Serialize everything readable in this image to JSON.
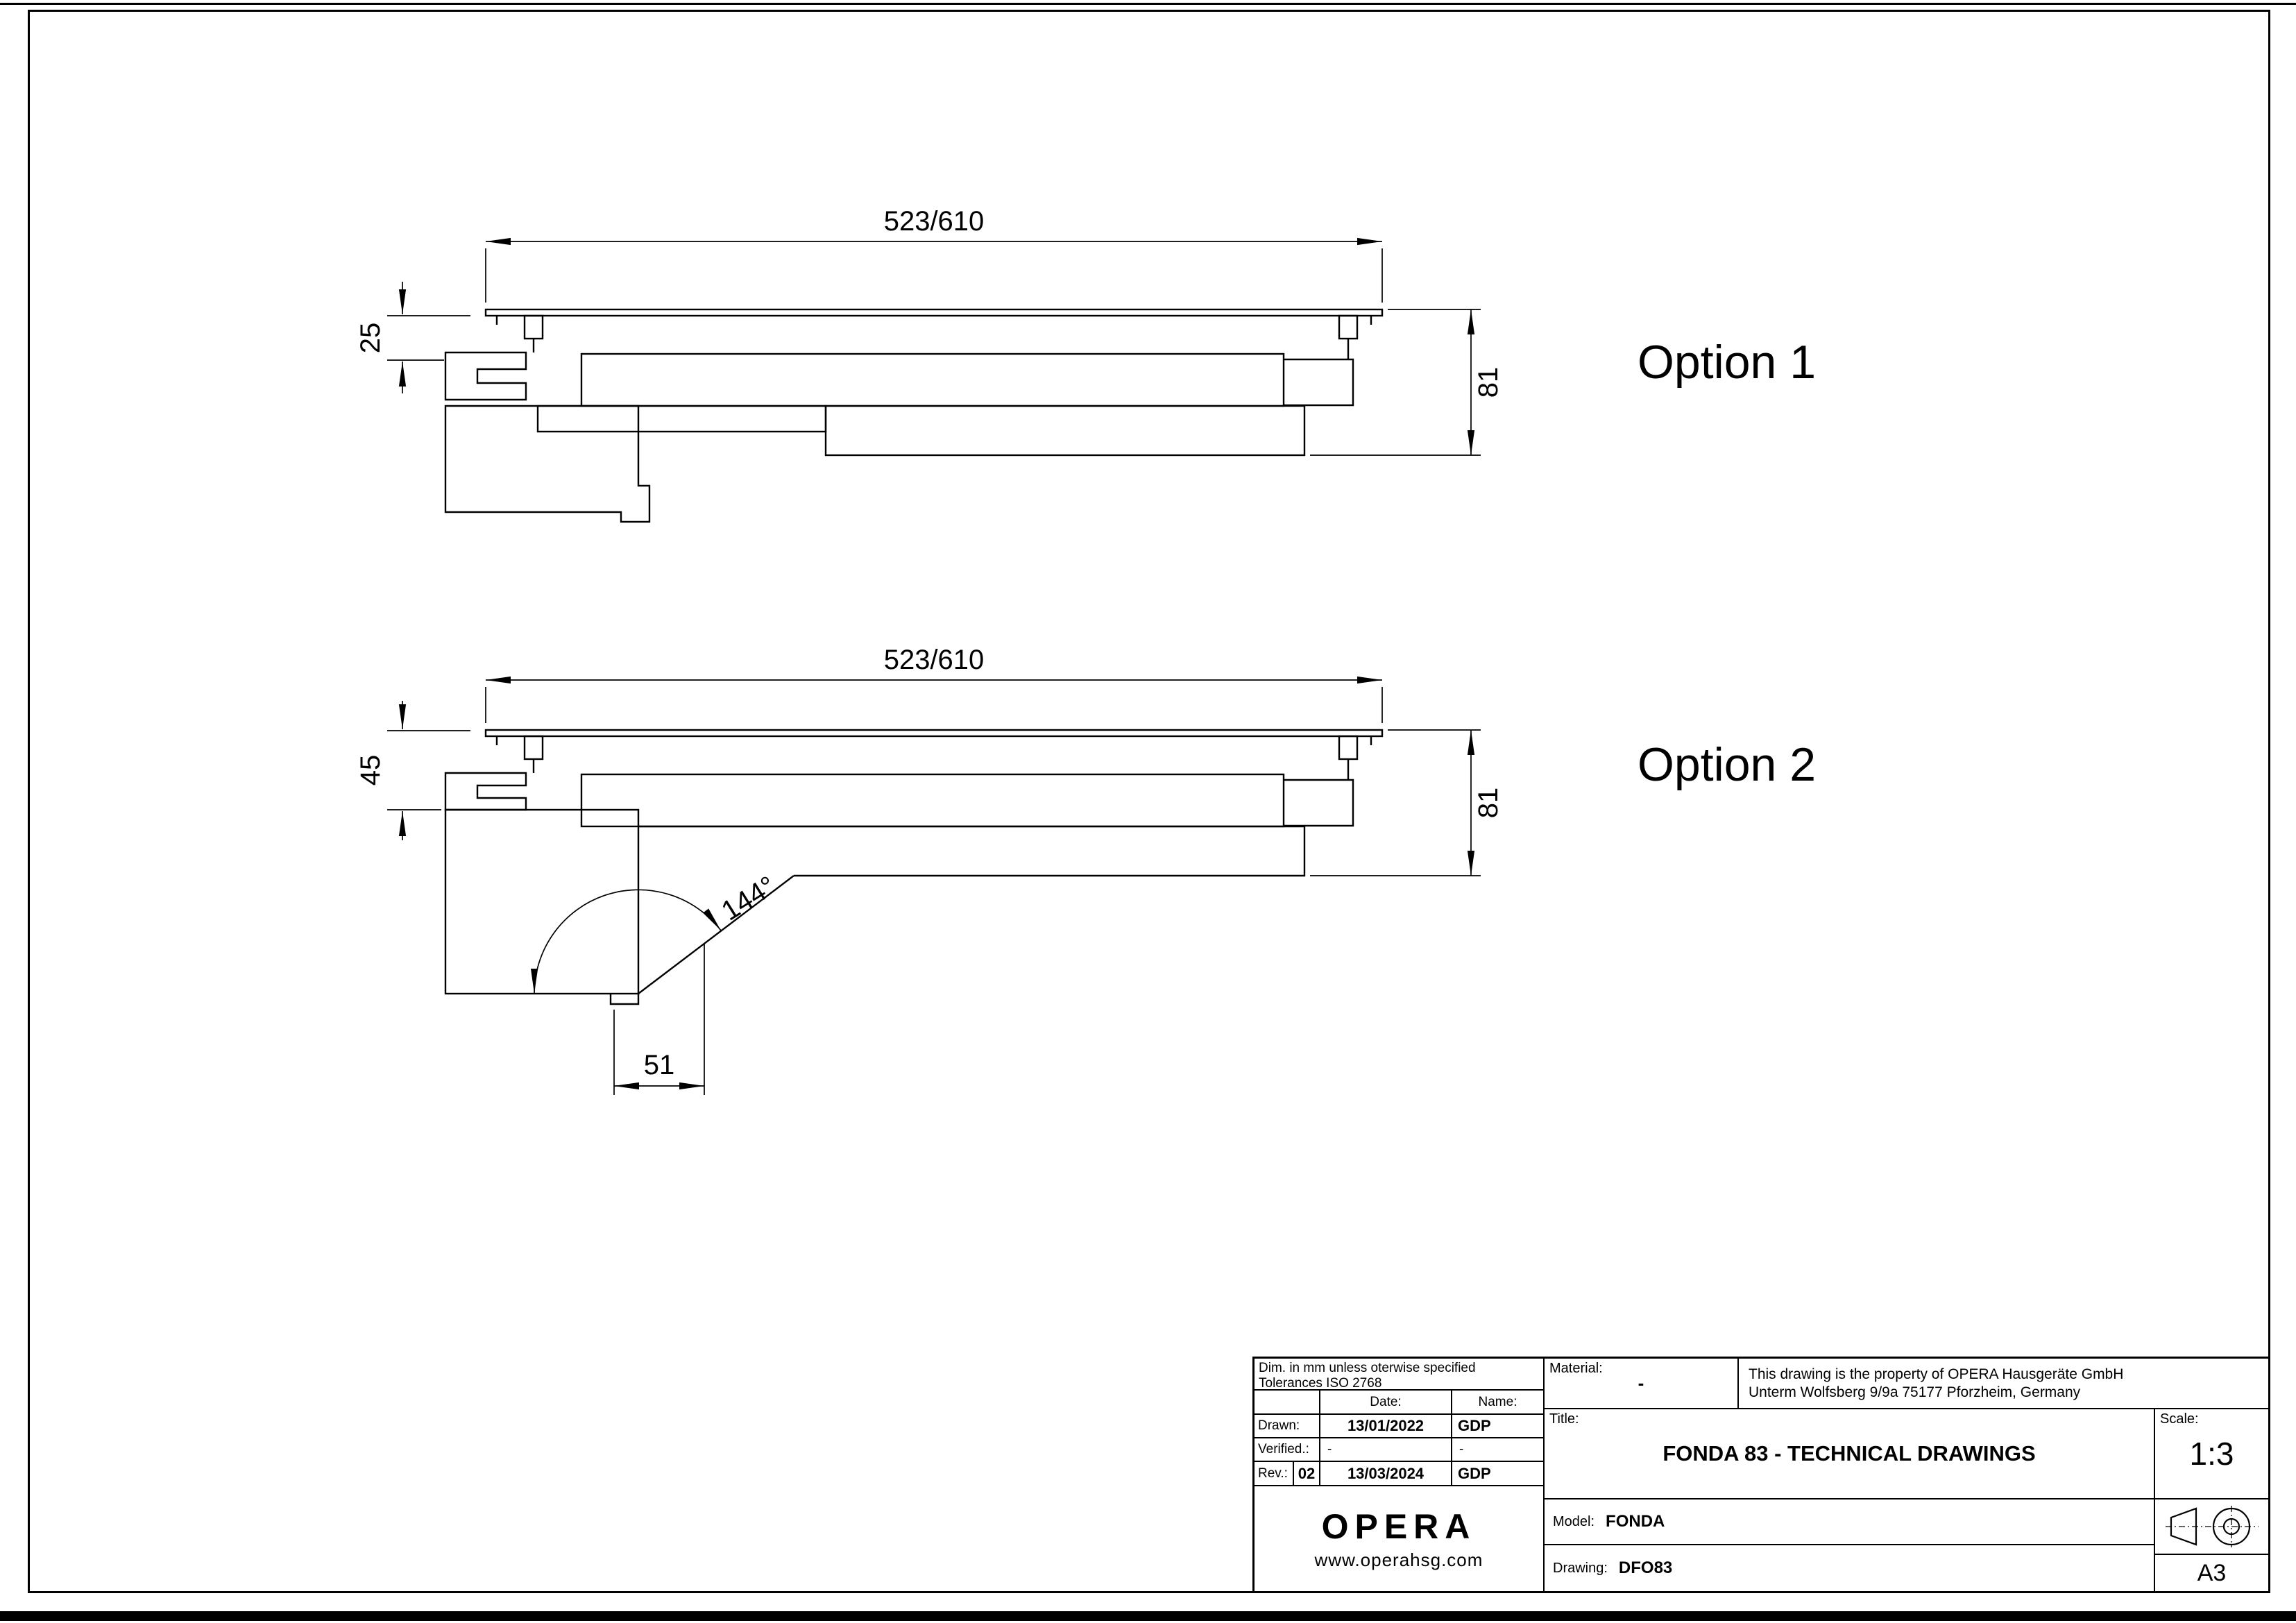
{
  "drawings": {
    "option1": {
      "title": "Option 1",
      "width_dim": "523/610",
      "left_dim": "25",
      "right_dim": "81"
    },
    "option2": {
      "title": "Option 2",
      "width_dim": "523/610",
      "left_dim": "45",
      "right_dim": "81",
      "angle_dim": "144°",
      "bottom_dim": "51"
    }
  },
  "title_block": {
    "tolerance_line1": "Dim. in mm unless oterwise specified",
    "tolerance_line2": "Tolerances ISO 2768",
    "table": {
      "date_header": "Date:",
      "name_header": "Name:",
      "rows": [
        {
          "label": "Drawn:",
          "date": "13/01/2022",
          "name": "GDP"
        },
        {
          "label": "Verified.:",
          "date": "-",
          "name": "-"
        },
        {
          "label": "Rev.:",
          "rev": "02",
          "date": "13/03/2024",
          "name": "GDP"
        }
      ]
    },
    "logo": "OPERA",
    "website": "www.operahsg.com",
    "material_label": "Material:",
    "material_value": "-",
    "property_line1": "This drawing is the property of OPERA Hausgeräte GmbH",
    "property_line2": "Unterm Wolfsberg 9/9a 75177 Pforzheim, Germany",
    "title_label": "Title:",
    "title_value": "FONDA 83 - TECHNICAL DRAWINGS",
    "model_label": "Model:",
    "model_value": "FONDA",
    "drawing_label": "Drawing:",
    "drawing_value": "DFO83",
    "scale_label": "Scale:",
    "scale_value": "1:3",
    "paper_size": "A3"
  }
}
